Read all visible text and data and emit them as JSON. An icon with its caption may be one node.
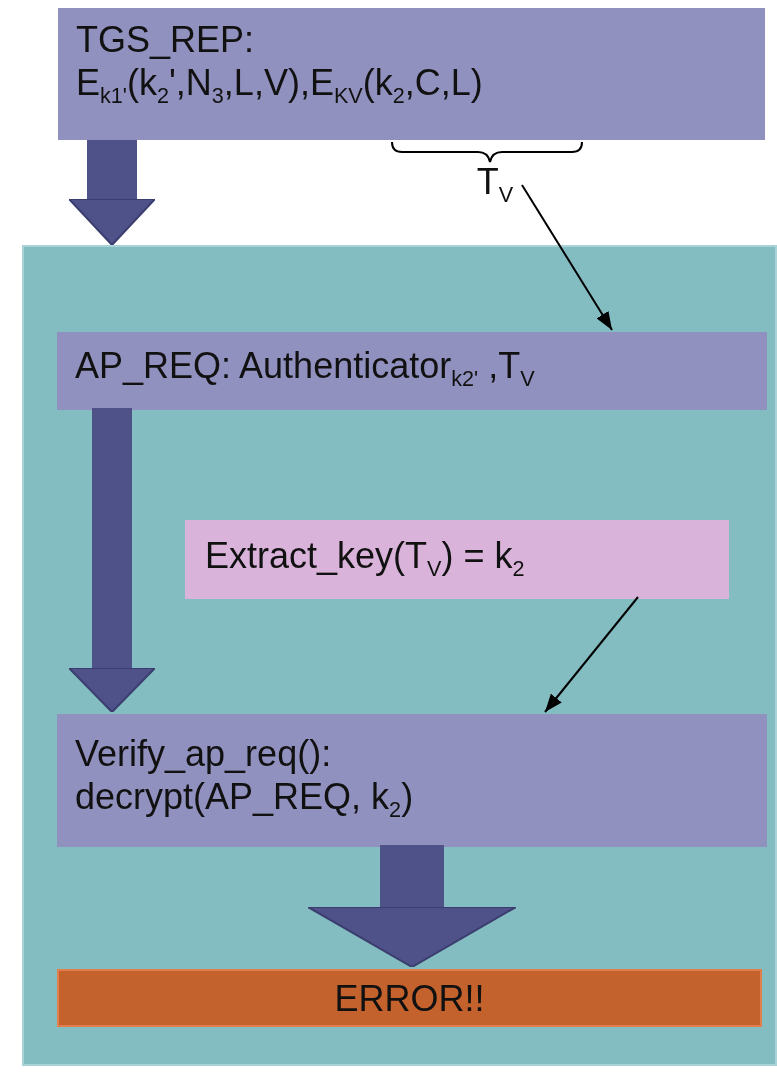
{
  "diagram": {
    "nodes": [
      {
        "text": [
          "TGS_REP:",
          "E$_{k1'}$(k$_{2}$',N$_{3}$,L,V),E$_{KV}$(k$_{2}$,C,L)"
        ]
      },
      {
        "text": [
          "T$_{V}$"
        ]
      },
      {
        "text": [],
        "shape": "box"
      },
      {
        "text": [
          "AP_REQ: Authenticator$_{k2'}$ ,T$_{V}$"
        ],
        "in": 2
      },
      {
        "text": [
          "Extract_key(T$_{V}$)  = k$_{2}$"
        ],
        "in": 2
      },
      {
        "text": [
          "Verify_ap_req():",
          "decrypt(AP_REQ, k$_{2}$)"
        ],
        "in": 2
      },
      {
        "text": [
          "ERROR!!"
        ],
        "in": 2
      }
    ],
    "edges": [
      {
        "from": 0,
        "to": 2,
        "arrow": "to"
      },
      {
        "from": 1,
        "to": 3,
        "arrow": "to",
        "color": "#000000"
      },
      {
        "from": 3,
        "to": 5,
        "arrow": "to"
      },
      {
        "from": 4,
        "to": 5,
        "arrow": "to",
        "color": "#000000"
      },
      {
        "from": 5,
        "to": 6,
        "arrow": "to"
      }
    ]
  }
}
